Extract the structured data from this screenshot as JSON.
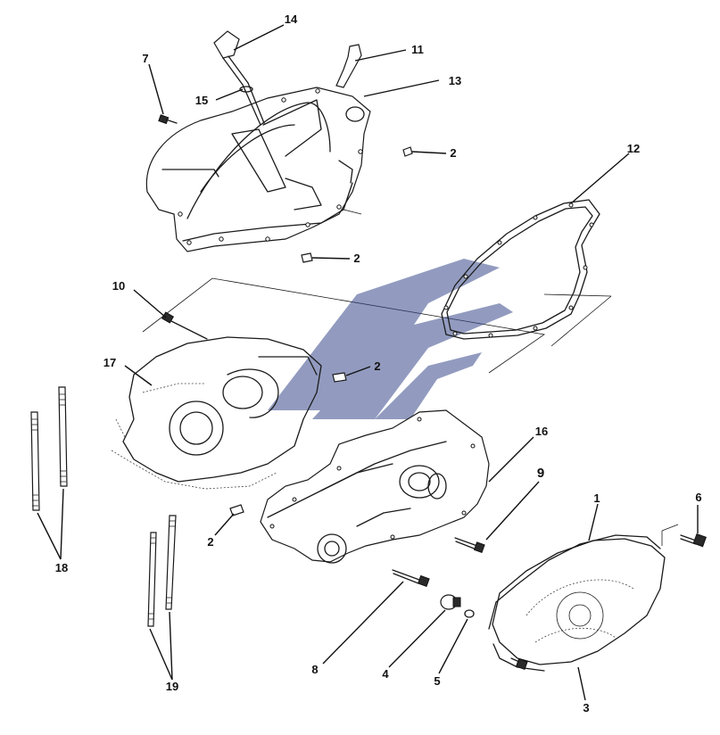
{
  "diagram": {
    "callouts": [
      {
        "id": "c1",
        "label": "1"
      },
      {
        "id": "c2a",
        "label": "2"
      },
      {
        "id": "c2b",
        "label": "2"
      },
      {
        "id": "c2c",
        "label": "2"
      },
      {
        "id": "c2d",
        "label": "2"
      },
      {
        "id": "c3",
        "label": "3"
      },
      {
        "id": "c4",
        "label": "4"
      },
      {
        "id": "c5",
        "label": "5"
      },
      {
        "id": "c6",
        "label": "6"
      },
      {
        "id": "c7",
        "label": "7"
      },
      {
        "id": "c8",
        "label": "8"
      },
      {
        "id": "c9",
        "label": "9"
      },
      {
        "id": "c10",
        "label": "10"
      },
      {
        "id": "c11",
        "label": "11"
      },
      {
        "id": "c12",
        "label": "12"
      },
      {
        "id": "c13",
        "label": "13"
      },
      {
        "id": "c14",
        "label": "14"
      },
      {
        "id": "c15",
        "label": "15"
      },
      {
        "id": "c16",
        "label": "16"
      },
      {
        "id": "c17",
        "label": "17"
      },
      {
        "id": "c18",
        "label": "18"
      },
      {
        "id": "c19",
        "label": "19"
      }
    ],
    "colors": {
      "line": "#1a1a1a",
      "watermark": "#3a4a8c"
    }
  }
}
